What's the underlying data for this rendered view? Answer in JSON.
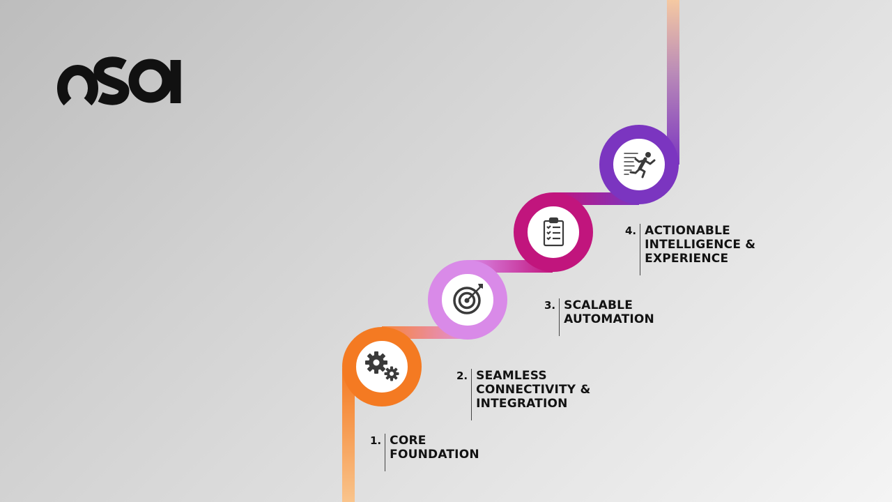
{
  "brand": {
    "logo_text": "osa"
  },
  "steps": [
    {
      "number": "1.",
      "lines": [
        "CORE",
        "FOUNDATION"
      ],
      "icon": "gears-icon",
      "ring_color": "#f47a22"
    },
    {
      "number": "2.",
      "lines": [
        "SEAMLESS",
        "CONNECTIVITY &",
        "INTEGRATION"
      ],
      "icon": "target-icon",
      "ring_color": "#d98ae8"
    },
    {
      "number": "3.",
      "lines": [
        "SCALABLE",
        "AUTOMATION"
      ],
      "icon": "checklist-icon",
      "ring_color": "#c1157d"
    },
    {
      "number": "4.",
      "lines": [
        "ACTIONABLE",
        "INTELLIGENCE &",
        "EXPERIENCE"
      ],
      "icon": "running-person-icon",
      "ring_color": "#7b35c0"
    }
  ],
  "colors": {
    "icon": "#3a3a3a",
    "text": "#121212",
    "circle_fill": "#ffffff"
  }
}
